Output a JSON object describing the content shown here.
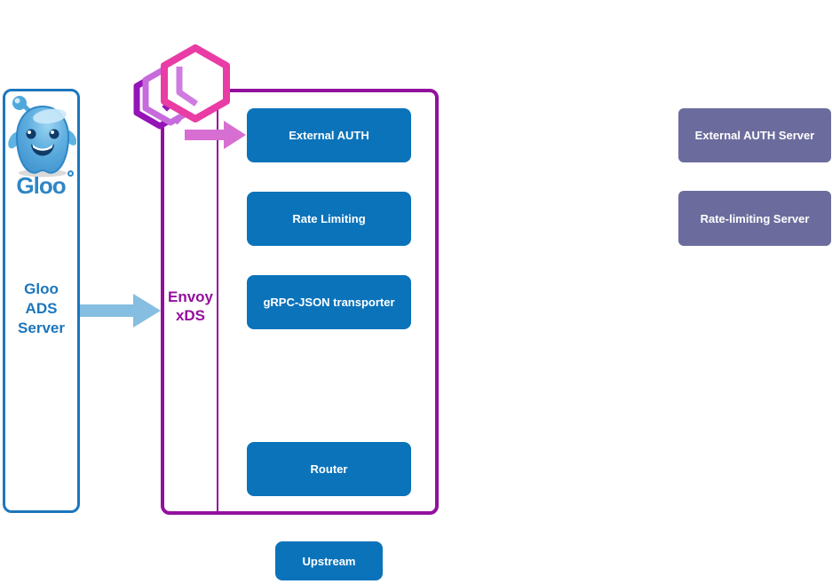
{
  "gloo_server": {
    "wordmark": "Gloo",
    "label": "Gloo\nADS\nServer"
  },
  "envoy_proxy": {
    "label": "Envoy\nxDS",
    "filters": [
      {
        "label": "External AUTH"
      },
      {
        "label": "Rate Limiting"
      },
      {
        "label": "gRPC-JSON transporter"
      },
      {
        "label": "Router"
      }
    ]
  },
  "upstream": {
    "label": "Upstream"
  },
  "external_servers": [
    {
      "label": "External AUTH Server"
    },
    {
      "label": "Rate-limiting Server"
    }
  ],
  "icons": {
    "gloo_mascot": "gloo-mascot-icon",
    "envoy_logo": "envoy-hexagons-icon",
    "config_arrow": "xds-config-arrow-icon",
    "traffic_arrow": "request-traffic-arrow-icon"
  },
  "colors": {
    "filter_box_blue": "#0B73BA",
    "gloo_blue": "#1C76BD",
    "proxy_purple": "#93109E",
    "server_slate": "#6B6C9D",
    "arrow_blue": "#85BEE0",
    "arrow_pink": "#D76FD3",
    "envoy_pink": "#E93CA4",
    "envoy_violet": "#C76BDC",
    "envoy_dark_purple": "#9414B8"
  }
}
